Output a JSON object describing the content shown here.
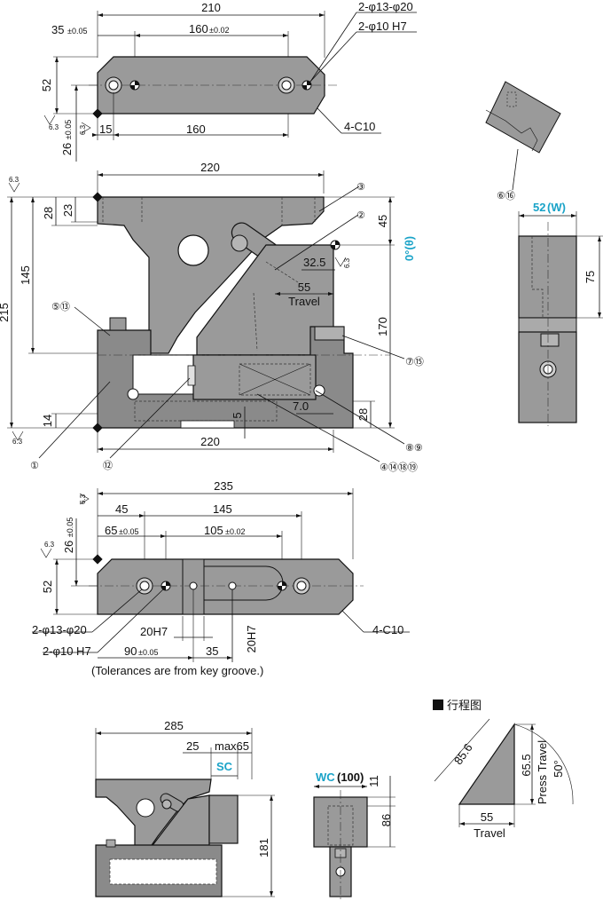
{
  "top_view": {
    "dim_width": "210",
    "dim_holes_left": "35",
    "dim_holes_left_tol": "±0.05",
    "dim_holes_pitch": "160",
    "dim_holes_pitch_tol": "±0.02",
    "dim_height": "52",
    "dim_offset": "26",
    "dim_offset_tol": "±0.05",
    "dim_edge": "15",
    "dim_bottom_pitch": "160",
    "note_counterbore": "2-φ13-φ20",
    "note_pin": "2-φ10 H7",
    "note_chamfer": "4-C10",
    "roughness_1": "6.3",
    "roughness_2": "6.3"
  },
  "front_view": {
    "dim_top_width": "220",
    "dim_bottom_width": "220",
    "dim_total_height": "215",
    "dim_145": "145",
    "dim_28": "28",
    "dim_23": "23",
    "dim_45": "45",
    "dim_170": "170",
    "dim_32_5": "32.5",
    "dim_55": "55",
    "travel_label": "Travel",
    "dim_7": "7.0",
    "dim_5": "5",
    "dim_28b": "28",
    "dim_14": "14",
    "angle_label": "0°(θ)",
    "roughness_top": "6.3",
    "roughness_side": "6.3",
    "roughness_bottom": "6.3",
    "callouts": {
      "c3": "③",
      "c2": "②",
      "c5_13": "⑤⑬",
      "c7_15": "⑦⑮",
      "c8_9": "⑧⑨",
      "c4_14_18_19": "④⑭⑱⑲",
      "c1": "①",
      "c12": "⑫"
    }
  },
  "detail_view": {
    "callout": "⑥⑯"
  },
  "side_view": {
    "dim_width": "52",
    "dim_width_var": "(W)",
    "dim_75": "75"
  },
  "bottom_view": {
    "dim_235": "235",
    "dim_45": "45",
    "dim_145": "145",
    "dim_65": "65",
    "dim_65_tol": "±0.05",
    "dim_105": "105",
    "dim_105_tol": "±0.02",
    "dim_26": "26",
    "dim_26_tol": "±0.05",
    "dim_52": "52",
    "note_counterbore": "2-φ13-φ20",
    "note_pin": "2-φ10 H7",
    "note_chamfer": "4-C10",
    "dim_20h7_a": "20H7",
    "dim_20h7_b": "20H7",
    "dim_90": "90",
    "dim_90_tol": "±0.05",
    "dim_35": "35",
    "note_tolerance": "(Tolerances are from key groove.)",
    "roughness_1": "6.3",
    "roughness_2": "6.3"
  },
  "stroke_view": {
    "dim_285": "285",
    "dim_25": "25",
    "dim_max65": "max65",
    "dim_sc": "SC",
    "dim_181": "181"
  },
  "small_side_view": {
    "dim_wc": "WC",
    "dim_wc_value": "(100)",
    "dim_11": "11",
    "dim_86": "86"
  },
  "travel_diagram": {
    "title": "行程图",
    "hyp": "85.6",
    "vert": "65.5",
    "press_travel": "Press Travel",
    "angle": "50°",
    "base": "55",
    "travel": "Travel"
  }
}
